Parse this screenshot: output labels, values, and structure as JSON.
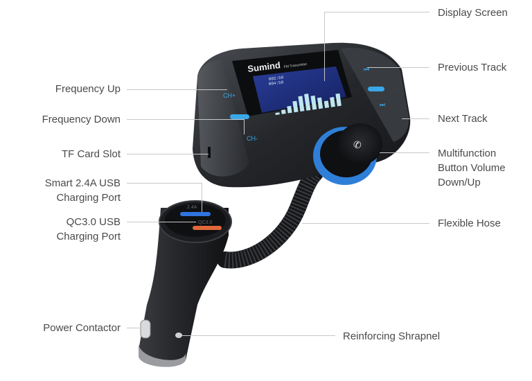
{
  "product": {
    "brand": "Sumind",
    "model_text": "FM Transmitter",
    "screen": {
      "time_line1": "002:58",
      "time_line2": "004:58",
      "eq_bars": [
        2,
        3,
        4,
        6,
        8,
        9,
        8,
        7,
        5,
        6,
        7
      ]
    },
    "buttons": {
      "ch_up": "CH+",
      "ch_down": "CH-",
      "usb_top_label": "2.4A",
      "usb_bottom_label": "QC3.0"
    },
    "colors": {
      "body": "#2a2c30",
      "accent_blue": "#3aa8e8",
      "ring_blue": "#2f7fd8",
      "screen_bg": "#1b2a7a",
      "screen_bars": "#bfe6f0",
      "usb_blue": "#2f74e0",
      "usb_orange": "#e0683a"
    }
  },
  "callouts": {
    "display_screen": "Display Screen",
    "previous_track": "Previous Track",
    "next_track": "Next Track",
    "multifunction_line1": "Multifunction",
    "multifunction_line2": "Button Volume",
    "multifunction_line3": "Down/Up",
    "flexible_hose": "Flexible Hose",
    "reinforcing_shrapnel": "Reinforcing Shrapnel",
    "frequency_up": "Frequency Up",
    "frequency_down": "Frequency Down",
    "tf_card_slot": "TF Card Slot",
    "smart_usb_line1": "Smart 2.4A USB",
    "smart_usb_line2": "Charging Port",
    "qc_usb_line1": "QC3.0 USB",
    "qc_usb_line2": "Charging Port",
    "power_contactor": "Power Contactor"
  }
}
